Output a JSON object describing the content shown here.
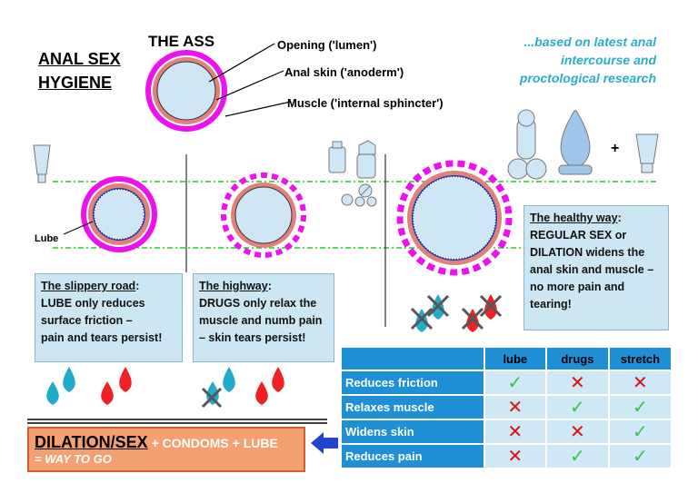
{
  "title": {
    "line1": "ANAL SEX",
    "line2": "HYGIENE"
  },
  "ass_title": "THE ASS",
  "anatomy_labels": {
    "opening": "Opening ('lumen')",
    "skin": "Anal skin ('anoderm')",
    "muscle": "Muscle ('internal sphincter')"
  },
  "research": {
    "line1": "...based on latest anal",
    "line2": "intercourse and",
    "line3": "proctological research"
  },
  "lube_label": "Lube",
  "plus": "+",
  "boxes": {
    "slippery": {
      "heading": "The slippery road",
      "colon": ":",
      "l1": "LUBE only reduces",
      "l2": "surface friction –",
      "l3": "pain and tears persist!"
    },
    "highway": {
      "heading": "The highway",
      "colon": ":",
      "l1": "DRUGS only relax the",
      "l2": "muscle and numb pain",
      "l3": "– skin tears persist!"
    },
    "healthy": {
      "heading": "The healthy way",
      "colon": ":",
      "l1": "REGULAR SEX or",
      "l2": "DILATION widens the",
      "l3": "anal skin and muscle –",
      "l4": "no more pain and",
      "l5": "tearing!"
    }
  },
  "table": {
    "headers": [
      "lube",
      "drugs",
      "stretch"
    ],
    "rows": [
      {
        "label": "Reduces friction",
        "marks": [
          "yes",
          "no",
          "no"
        ]
      },
      {
        "label": "Relaxes muscle",
        "marks": [
          "no",
          "yes",
          "yes"
        ]
      },
      {
        "label": "Widens skin",
        "marks": [
          "no",
          "no",
          "yes"
        ]
      },
      {
        "label": "Reduces pain",
        "marks": [
          "no",
          "yes",
          "yes"
        ]
      }
    ]
  },
  "dilation": {
    "main": "DILATION/SEX",
    "rest": " + CONDOMS + LUBE",
    "sub": "= WAY TO GO"
  },
  "colors": {
    "magenta": "#ee10ee",
    "skin": "#e2807a",
    "lumen": "#cfe6f6",
    "blue_dots": "#1a3aaa",
    "guide_green": "#22cc22",
    "cyan_drop": "#22aacc",
    "red_drop": "#ee2222",
    "check": "#3cc04a",
    "cross": "#e01010"
  }
}
